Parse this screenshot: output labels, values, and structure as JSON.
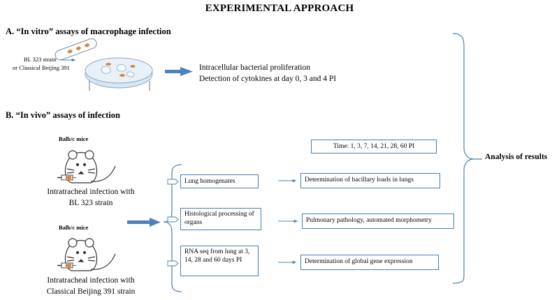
{
  "title": "EXPERIMENTAL APPROACH",
  "section_a": {
    "heading": "A. “In vitro” assays of macrophage infection",
    "strain_line1": "BL 323 strain",
    "strain_line2": "or Classical Beijing 391",
    "result_line1": "Intracellular bacterial proliferation",
    "result_line2": "Detection of cytokines at day 0, 3 and 4 PI"
  },
  "section_b": {
    "heading": "B. “In vivo” assays of infection",
    "mouse1_label": "Balb/c mice",
    "mouse1_caption_line1": "Intratracheal infection with",
    "mouse1_caption_line2": "BL 323 strain",
    "mouse2_label": "Balb/c mice",
    "mouse2_caption_line1": "Intratracheal infection with",
    "mouse2_caption_line2": "Classical Beijing 391 strain",
    "time_box": "Time:  1, 3, 7, 14, 21, 28, 60 PI",
    "steps": [
      {
        "label": "Lung homogenates",
        "result": "Determination of bacillary loads in lungs"
      },
      {
        "label": "Histological processing of organs",
        "result": "Pulmonary pathology, automated morphometry"
      },
      {
        "label": "RNA seq from lung at 3, 14, 28 and 60 days PI",
        "result": "Determination of global gene expression"
      }
    ]
  },
  "analysis": "Analysis of results",
  "colors": {
    "arrow": "#4f81bd",
    "box_border": "#4a7fb0",
    "petri": "#d6e6f2",
    "bacteria": "#d6884a"
  }
}
